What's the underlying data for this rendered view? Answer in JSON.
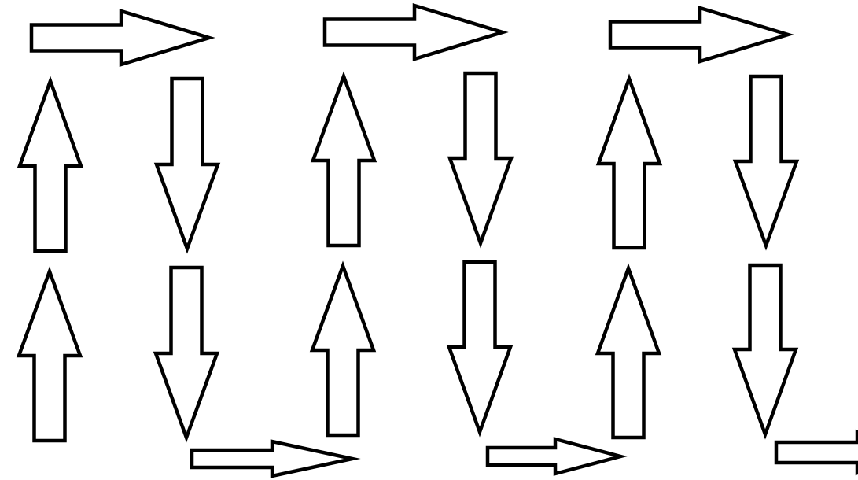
{
  "diagram": {
    "stroke_color": "#000000",
    "fill_color": "#ffffff",
    "background_color": "#ffffff",
    "arrows": [
      {
        "direction": "right",
        "icon": "arrow-right-icon"
      },
      {
        "direction": "right",
        "icon": "arrow-right-icon"
      },
      {
        "direction": "right",
        "icon": "arrow-right-icon"
      },
      {
        "direction": "up",
        "icon": "arrow-up-icon"
      },
      {
        "direction": "down",
        "icon": "arrow-down-icon"
      },
      {
        "direction": "up",
        "icon": "arrow-up-icon"
      },
      {
        "direction": "down",
        "icon": "arrow-down-icon"
      },
      {
        "direction": "up",
        "icon": "arrow-up-icon"
      },
      {
        "direction": "down",
        "icon": "arrow-down-icon"
      },
      {
        "direction": "up",
        "icon": "arrow-up-icon"
      },
      {
        "direction": "down",
        "icon": "arrow-down-icon"
      },
      {
        "direction": "up",
        "icon": "arrow-up-icon"
      },
      {
        "direction": "down",
        "icon": "arrow-down-icon"
      },
      {
        "direction": "up",
        "icon": "arrow-up-icon"
      },
      {
        "direction": "down",
        "icon": "arrow-down-icon"
      },
      {
        "direction": "right",
        "icon": "arrow-right-icon"
      },
      {
        "direction": "right",
        "icon": "arrow-right-icon"
      },
      {
        "direction": "right",
        "icon": "arrow-right-icon"
      }
    ]
  }
}
